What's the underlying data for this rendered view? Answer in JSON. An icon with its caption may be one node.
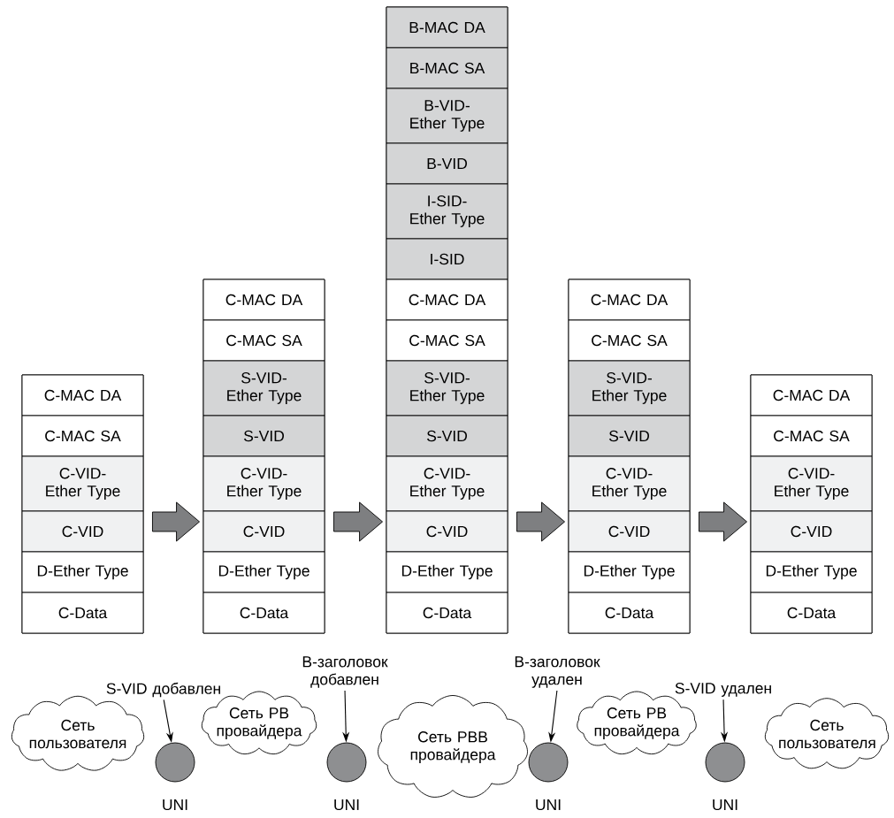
{
  "diagram": {
    "nodes": [
      {
        "text": [],
        "shape": "box"
      },
      {
        "text": [
          "C-MAC DA"
        ],
        "in": 0
      },
      {
        "text": [
          "C-MAC SA"
        ],
        "in": 0
      },
      {
        "text": [
          "C-VID-Ether Type"
        ],
        "in": 0
      },
      {
        "text": [
          "C-VID"
        ],
        "in": 0
      },
      {
        "text": [
          "D-Ether Type"
        ],
        "in": 0
      },
      {
        "text": [
          "C-Data"
        ],
        "in": 0
      },
      {
        "text": [],
        "shape": "box"
      },
      {
        "text": [
          "C-MAC DA"
        ],
        "in": 7
      },
      {
        "text": [
          "C-MAC SA"
        ],
        "in": 7
      },
      {
        "text": [
          "S-VID-Ether Type"
        ],
        "in": 7
      },
      {
        "text": [
          "S-VID"
        ],
        "in": 7
      },
      {
        "text": [
          "C-VID-Ether Type"
        ],
        "in": 7
      },
      {
        "text": [
          "C-VID"
        ],
        "in": 7
      },
      {
        "text": [
          "D-Ether Type"
        ],
        "in": 7
      },
      {
        "text": [
          "C-Data"
        ],
        "in": 7
      },
      {
        "text": [],
        "shape": "box"
      },
      {
        "text": [
          "B-MAC DA"
        ],
        "in": 16
      },
      {
        "text": [
          "B-MAC SA"
        ],
        "in": 16
      },
      {
        "text": [
          "B-VID-Ether Type"
        ],
        "in": 16
      },
      {
        "text": [
          "B-VID"
        ],
        "in": 16
      },
      {
        "text": [
          "I-SID-Ether Type"
        ],
        "in": 16
      },
      {
        "text": [
          "I-SID"
        ],
        "in": 16
      },
      {
        "text": [
          "C-MAC DA"
        ],
        "in": 16
      },
      {
        "text": [
          "C-MAC SA"
        ],
        "in": 16
      },
      {
        "text": [
          "S-VID-Ether Type"
        ],
        "in": 16
      },
      {
        "text": [
          "S-VID"
        ],
        "in": 16
      },
      {
        "text": [
          "C-VID-Ether Type"
        ],
        "in": 16
      },
      {
        "text": [
          "C-VID"
        ],
        "in": 16
      },
      {
        "text": [
          "D-Ether Type"
        ],
        "in": 16
      },
      {
        "text": [
          "C-Data"
        ],
        "in": 16
      },
      {
        "text": [],
        "shape": "box"
      },
      {
        "text": [
          "C-MAC DA"
        ],
        "in": 31
      },
      {
        "text": [
          "C-MAC SA"
        ],
        "in": 31
      },
      {
        "text": [
          "S-VID-Ether Type"
        ],
        "in": 31
      },
      {
        "text": [
          "S-VID"
        ],
        "in": 31
      },
      {
        "text": [
          "C-VID-Ether Type"
        ],
        "in": 31
      },
      {
        "text": [
          "C-VID"
        ],
        "in": 31
      },
      {
        "text": [
          "D-Ether Type"
        ],
        "in": 31
      },
      {
        "text": [
          "C-Data"
        ],
        "in": 31
      },
      {
        "text": [],
        "shape": "box"
      },
      {
        "text": [
          "C-MAC DA"
        ],
        "in": 40
      },
      {
        "text": [
          "C-MAC SA"
        ],
        "in": 40
      },
      {
        "text": [
          "C-VID-Ether Type"
        ],
        "in": 40
      },
      {
        "text": [
          "C-VID"
        ],
        "in": 40
      },
      {
        "text": [
          "D-Ether Type"
        ],
        "in": 40
      },
      {
        "text": [
          "C-Data"
        ],
        "in": 40
      },
      {
        "text": [
          "S-VID добавлен"
        ]
      },
      {
        "text": [
          "B-заголовок добавлен"
        ]
      },
      {
        "text": [
          "B-заголовок удален"
        ]
      },
      {
        "text": [
          "S-VID удален"
        ]
      },
      {
        "text": [
          "Сеть пользователя"
        ]
      },
      {
        "text": [],
        "shape": "circle"
      },
      {
        "text": [
          "Сеть PB провайдера"
        ]
      },
      {
        "text": [],
        "shape": "circle"
      },
      {
        "text": [
          "Сеть PBB провайдера"
        ]
      },
      {
        "text": [],
        "shape": "circle"
      },
      {
        "text": [
          "Сеть PB провайдера"
        ]
      },
      {
        "text": [],
        "shape": "circle"
      },
      {
        "text": [
          "Сеть пользователя"
        ]
      }
    ],
    "edges": [
      {
        "from": 0,
        "to": 7,
        "arrow": "to"
      },
      {
        "from": 7,
        "to": 16,
        "arrow": "to"
      },
      {
        "from": 16,
        "to": 31,
        "arrow": "to"
      },
      {
        "from": 31,
        "to": 40,
        "arrow": "to"
      },
      {
        "from": 47,
        "to": 52,
        "arrow": "to"
      },
      {
        "from": 48,
        "to": 54,
        "arrow": "to"
      },
      {
        "from": 49,
        "to": 56,
        "arrow": "to"
      },
      {
        "from": 50,
        "to": 58,
        "arrow": "to"
      }
    ],
    "labels": [
      "UNI",
      "UNI",
      "UNI",
      "UNI"
    ]
  }
}
